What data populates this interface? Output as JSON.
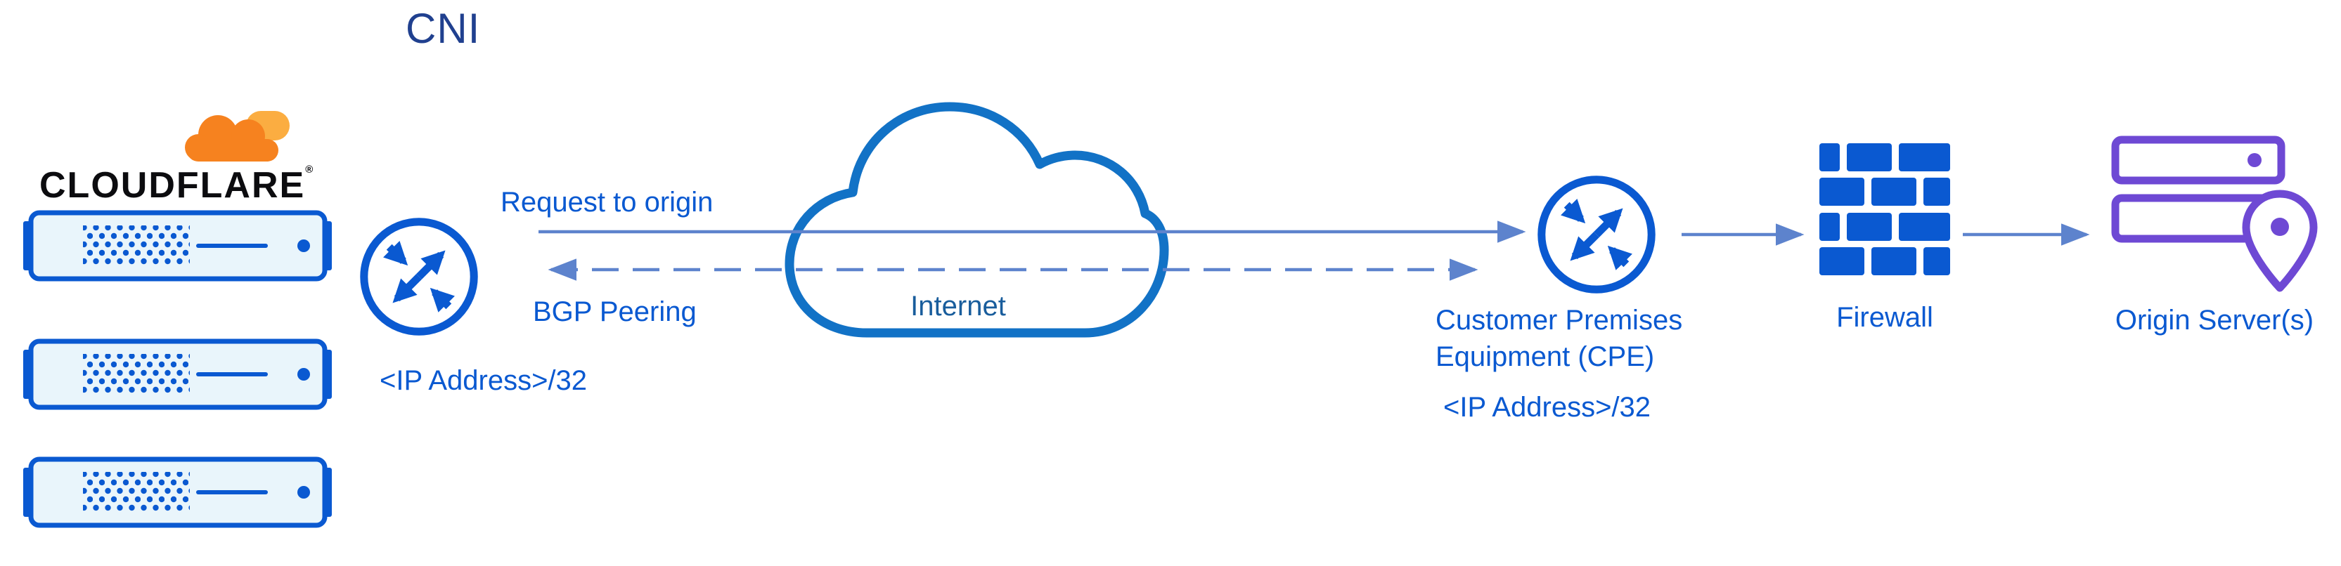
{
  "title": "CNI",
  "colors": {
    "blue": "#0a59d1",
    "navy": "#20408f",
    "cloud": "#1272c6",
    "cloudtext": "#195d9c",
    "arrow": "#5d83cd",
    "orange": "#f6821f",
    "orangelight": "#fbad41",
    "purple": "#6e49d4",
    "rackfill": "#e9f5fb",
    "wordmark": "#0c0c0f"
  },
  "logo": {
    "wordmark": "CLOUDFLARE",
    "registered": "®"
  },
  "icons": {
    "cloudflare_logo": "orange-cloud",
    "server_rack": "rack-unit-with-dot-grid",
    "router": "circle-with-crossed-arrows",
    "internet": "cloud-outline",
    "firewall": "brick-wall",
    "origin_server": "server-stack-with-location-pin"
  },
  "nodes": {
    "edge_router": {
      "ip": "<IP Address>/32"
    },
    "internet": {
      "label": "Internet"
    },
    "cpe": {
      "line1": "Customer Premises",
      "line2": "Equipment (CPE)",
      "ip": "<IP Address>/32"
    },
    "firewall": {
      "label": "Firewall"
    },
    "origin": {
      "label": "Origin Server(s)"
    }
  },
  "edges": {
    "request_to_origin": {
      "label": "Request to origin",
      "style": "solid",
      "direction": "right"
    },
    "bgp_peering": {
      "label": "BGP Peering",
      "style": "dashed",
      "direction": "both"
    },
    "cpe_to_firewall": {
      "style": "solid",
      "direction": "right"
    },
    "firewall_to_origin": {
      "style": "solid",
      "direction": "right"
    }
  }
}
